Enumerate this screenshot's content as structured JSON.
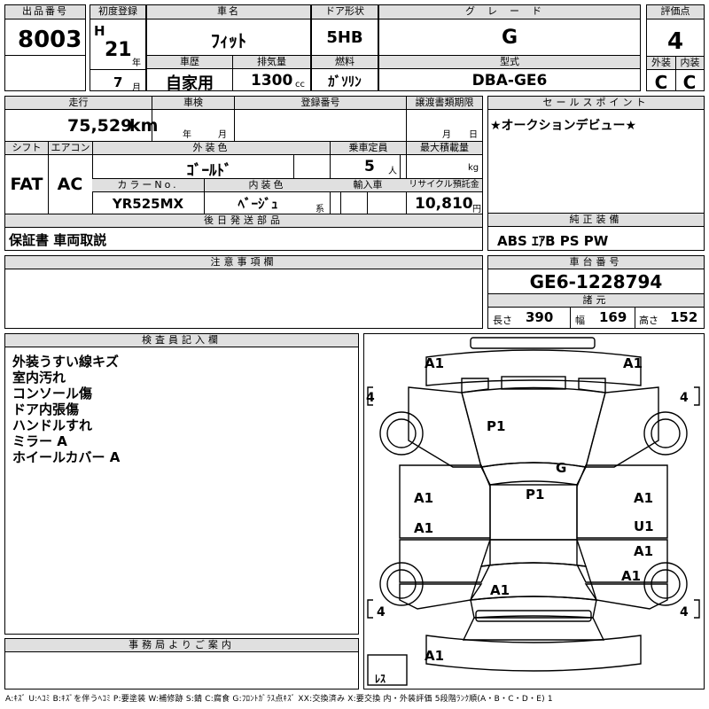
{
  "header": {
    "lot_label": "出品番号",
    "lot_no": "8003",
    "first_reg_label": "初度登録",
    "era": "H",
    "year": "21",
    "year_unit": "年",
    "month": "7",
    "month_unit": "月",
    "car_name_label": "車名",
    "car_name": "ﾌｨｯﾄ",
    "door_label": "ドア形状",
    "door": "5HB",
    "grade_label": "グレード",
    "grade": "G",
    "score_label": "評価点",
    "score": "4",
    "history_label": "車歴",
    "history": "自家用",
    "displacement_label": "排気量",
    "displacement": "1300",
    "displacement_unit": "cc",
    "fuel_label": "燃料",
    "fuel": "ｶﾞｿﾘﾝ",
    "model_label": "型式",
    "model": "DBA-GE6",
    "exterior_label": "外装",
    "exterior": "C",
    "interior_label": "内装",
    "interior": "C"
  },
  "info": {
    "mileage_label": "走行",
    "mileage": "75,529",
    "mileage_unit": "km",
    "inspection_label": "車検",
    "inspection_year_unit": "年",
    "inspection_month_unit": "月",
    "reg_no_label": "登録番号",
    "transfer_label": "譲渡書類期限",
    "transfer_month_unit": "月",
    "transfer_day_unit": "日",
    "shift_label": "シフト",
    "shift": "FAT",
    "ac_label": "エアコン",
    "ac": "AC",
    "ext_color_label": "外装色",
    "ext_color": "ｺﾞｰﾙﾄﾞ",
    "capacity_label": "乗車定員",
    "capacity": "5",
    "capacity_unit": "人",
    "load_label": "最大積載量",
    "load_unit": "kg",
    "color_no_label": "カラーNo.",
    "color_no": "YR525MX",
    "int_color_label": "内装色",
    "int_color": "ﾍﾞｰｼﾞｭ",
    "int_color_unit": "系",
    "import_label": "輸入車",
    "recycle_label": "リサイクル預託金",
    "recycle": "10,810",
    "recycle_unit": "円",
    "later_items_label": "後日発送部品",
    "later_items": "保証書 車両取説",
    "sales_label": "セールスポイント",
    "sales_text": "★オークションデビュー★",
    "equip_label": "純正装備",
    "equip": "ABS ｴｱB PS PW",
    "notes_label": "注意事項欄",
    "chassis_label": "車台番号",
    "chassis": "GE6-1228794",
    "dims_label": "諸元",
    "length_label": "長さ",
    "length": "390",
    "width_label": "幅",
    "width": "169",
    "height_label": "高さ",
    "height": "152"
  },
  "inspector": {
    "label": "検査員記入欄",
    "lines": [
      "外装うすい線キズ",
      "室内汚れ",
      "コンソール傷",
      "ドア内張傷",
      "ハンドルすれ",
      "ミラー A",
      "ホイールカバー A"
    ]
  },
  "office": {
    "label": "事務局よりご案内"
  },
  "diagram": {
    "marks": {
      "front_left": "A1",
      "front_right": "A1",
      "hood": "P1",
      "roof": "P1",
      "windshield": "G",
      "door_fl": "A1",
      "door_rl": "A1",
      "door_fr": "A1",
      "door_rr_u": "U1",
      "door_rr_a": "A1",
      "rear_fender_r": "A1",
      "trunk": "A1",
      "rear_bumper": "A1",
      "tire_fl": "4",
      "tire_fr": "4",
      "tire_rl": "4",
      "tire_rr": "4",
      "spare": "ﾚｽ"
    }
  },
  "legend": "A:ｷｽﾞ U:ﾍｺﾐ B:ｷｽﾞを伴うﾍｺﾐ P:要塗装 W:補修跡 S:錆 C:腐食 G:ﾌﾛﾝﾄｶﾞﾗｽ点ｷｽﾞ XX:交換済み X:要交換 内・外装評価 5段階ﾗﾝｸ順(A・B・C・D・E) 1"
}
